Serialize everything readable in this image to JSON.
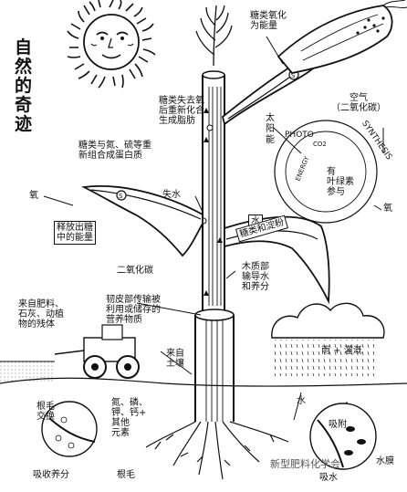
{
  "title": "自然的奇迹",
  "labels": {
    "sugar_oxidation": "糖类氧化\n为能量",
    "sugar_to_fat": "糖类失去氧\n后重新化合\n生成脂肪",
    "sun_energy": "太\n阳\n能",
    "air_co2": "空气\n（二氧化碳）",
    "chlorophyll": "有\n叶绿素\n参与",
    "protein": "糖类与氮、硫等重\n新组合成蛋白质",
    "water_loss": "失水",
    "oxygen_left": "氧",
    "oxygen_right": "氧",
    "energy_release": "释放出糖\n中的能量",
    "water_label": "水",
    "sugar_starch": "糖类和淀粉",
    "co2_lower": "二氧化碳",
    "xylem": "木质部\n输导水\n和养分",
    "phloem": "韧皮部传输被\n利用或储存的\n营养物质",
    "fertilizer": "来自肥料、\n石灰、动植\n物的残体",
    "from_soil": "来自\n土壤",
    "rain_irrigation": "雨 + 灌溉",
    "elements": "氮、磷、\n钾、钙+\n其他\n元素",
    "water_root": "水",
    "root_hair_exchange": "根毛\n交换",
    "adsorption": "吸附",
    "water_film": "水膜",
    "absorb_nutrients": "吸收养分",
    "root_hair": "根毛",
    "absorb_water": "吸水",
    "watermark": "新型肥料化学会"
  },
  "seal": {
    "photo": "PHOTO",
    "synthesis": "SYNTHESIS",
    "energy": "ENERGY",
    "co2": "CO2"
  },
  "icons": [
    "sun-face-icon",
    "wheat-icon",
    "corn-ear-icon",
    "cloud-icon",
    "tractor-icon"
  ]
}
